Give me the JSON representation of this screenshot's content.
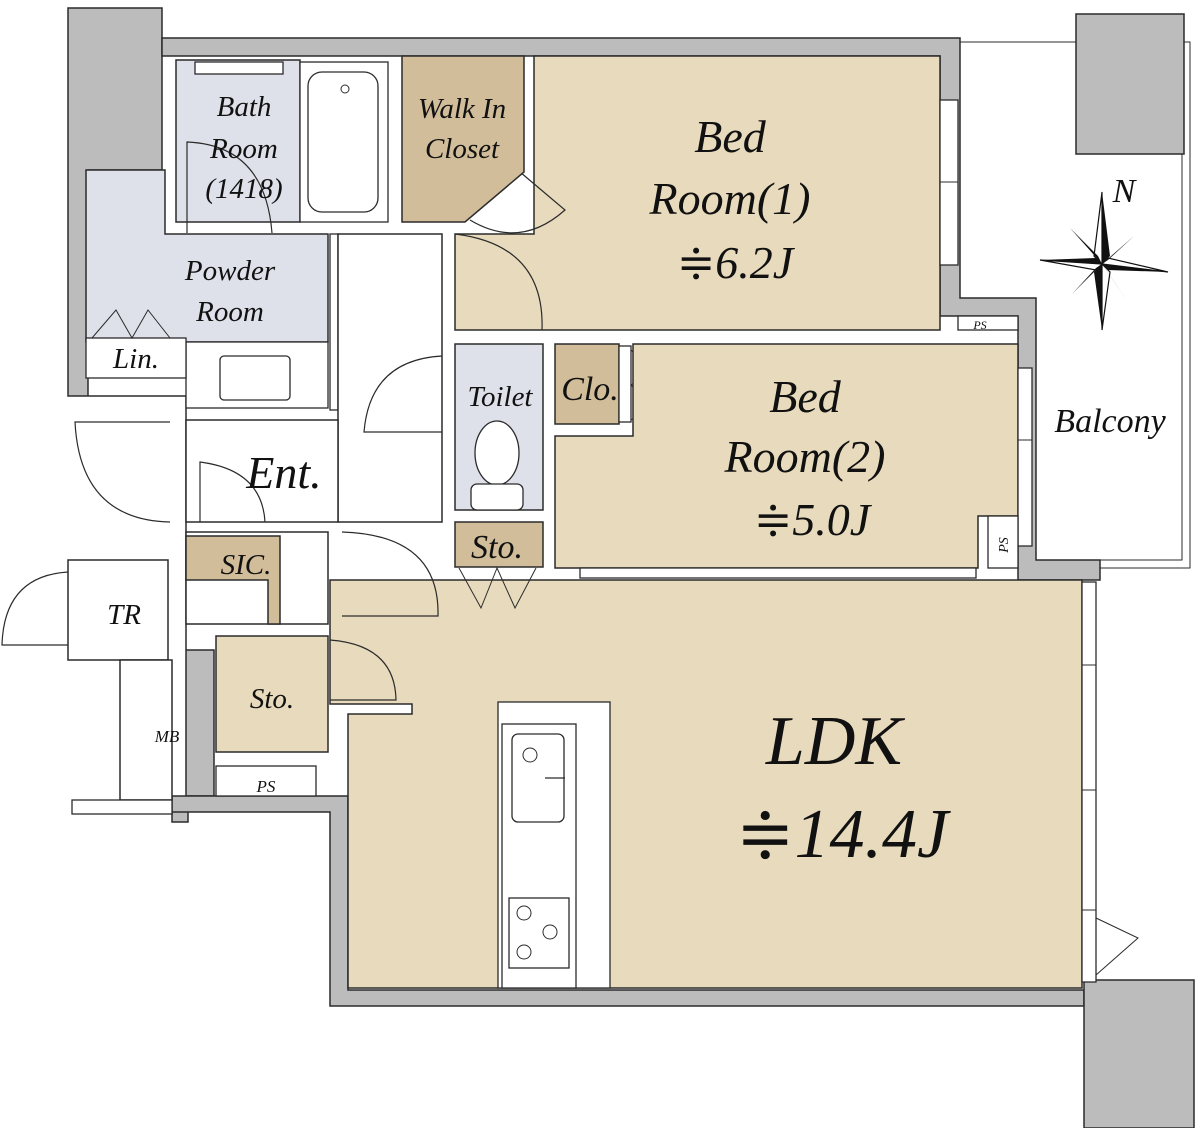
{
  "plan": {
    "colors": {
      "wall": "#bcbcbc",
      "wood_floor": "#e8dbbd",
      "wet_area": "#dfe1ea",
      "storage": "#d1bd99",
      "outline": "#2b2b2b"
    },
    "rooms": {
      "bath": {
        "line1": "Bath",
        "line2": "Room",
        "line3": "(1418)"
      },
      "walk_in_closet": {
        "line1": "Walk In",
        "line2": "Closet"
      },
      "bedroom1": {
        "line1": "Bed",
        "line2": "Room(1)",
        "area": "≑6.2J"
      },
      "powder": {
        "line1": "Powder",
        "line2": "Room"
      },
      "linen": {
        "label": "Lin."
      },
      "toilet": {
        "label": "Toilet"
      },
      "closet": {
        "label": "Clo."
      },
      "bedroom2": {
        "line1": "Bed",
        "line2": "Room(2)",
        "area": "≑5.0J"
      },
      "entrance": {
        "label": "Ent."
      },
      "shoe_closet": {
        "label": "SIC."
      },
      "storage_hall": {
        "label": "Sto."
      },
      "storage_entry": {
        "label": "Sto."
      },
      "trunk_room": {
        "label": "TR"
      },
      "meter_box": {
        "label": "MB"
      },
      "ps_entry": {
        "label": "PS"
      },
      "ps_bed1": {
        "label": "PS"
      },
      "ps_bed2": {
        "label": "PS"
      },
      "ldk": {
        "label": "LDK",
        "area": "≑14.4J"
      },
      "balcony": {
        "label": "Balcony"
      }
    },
    "compass": {
      "label": "N"
    }
  }
}
